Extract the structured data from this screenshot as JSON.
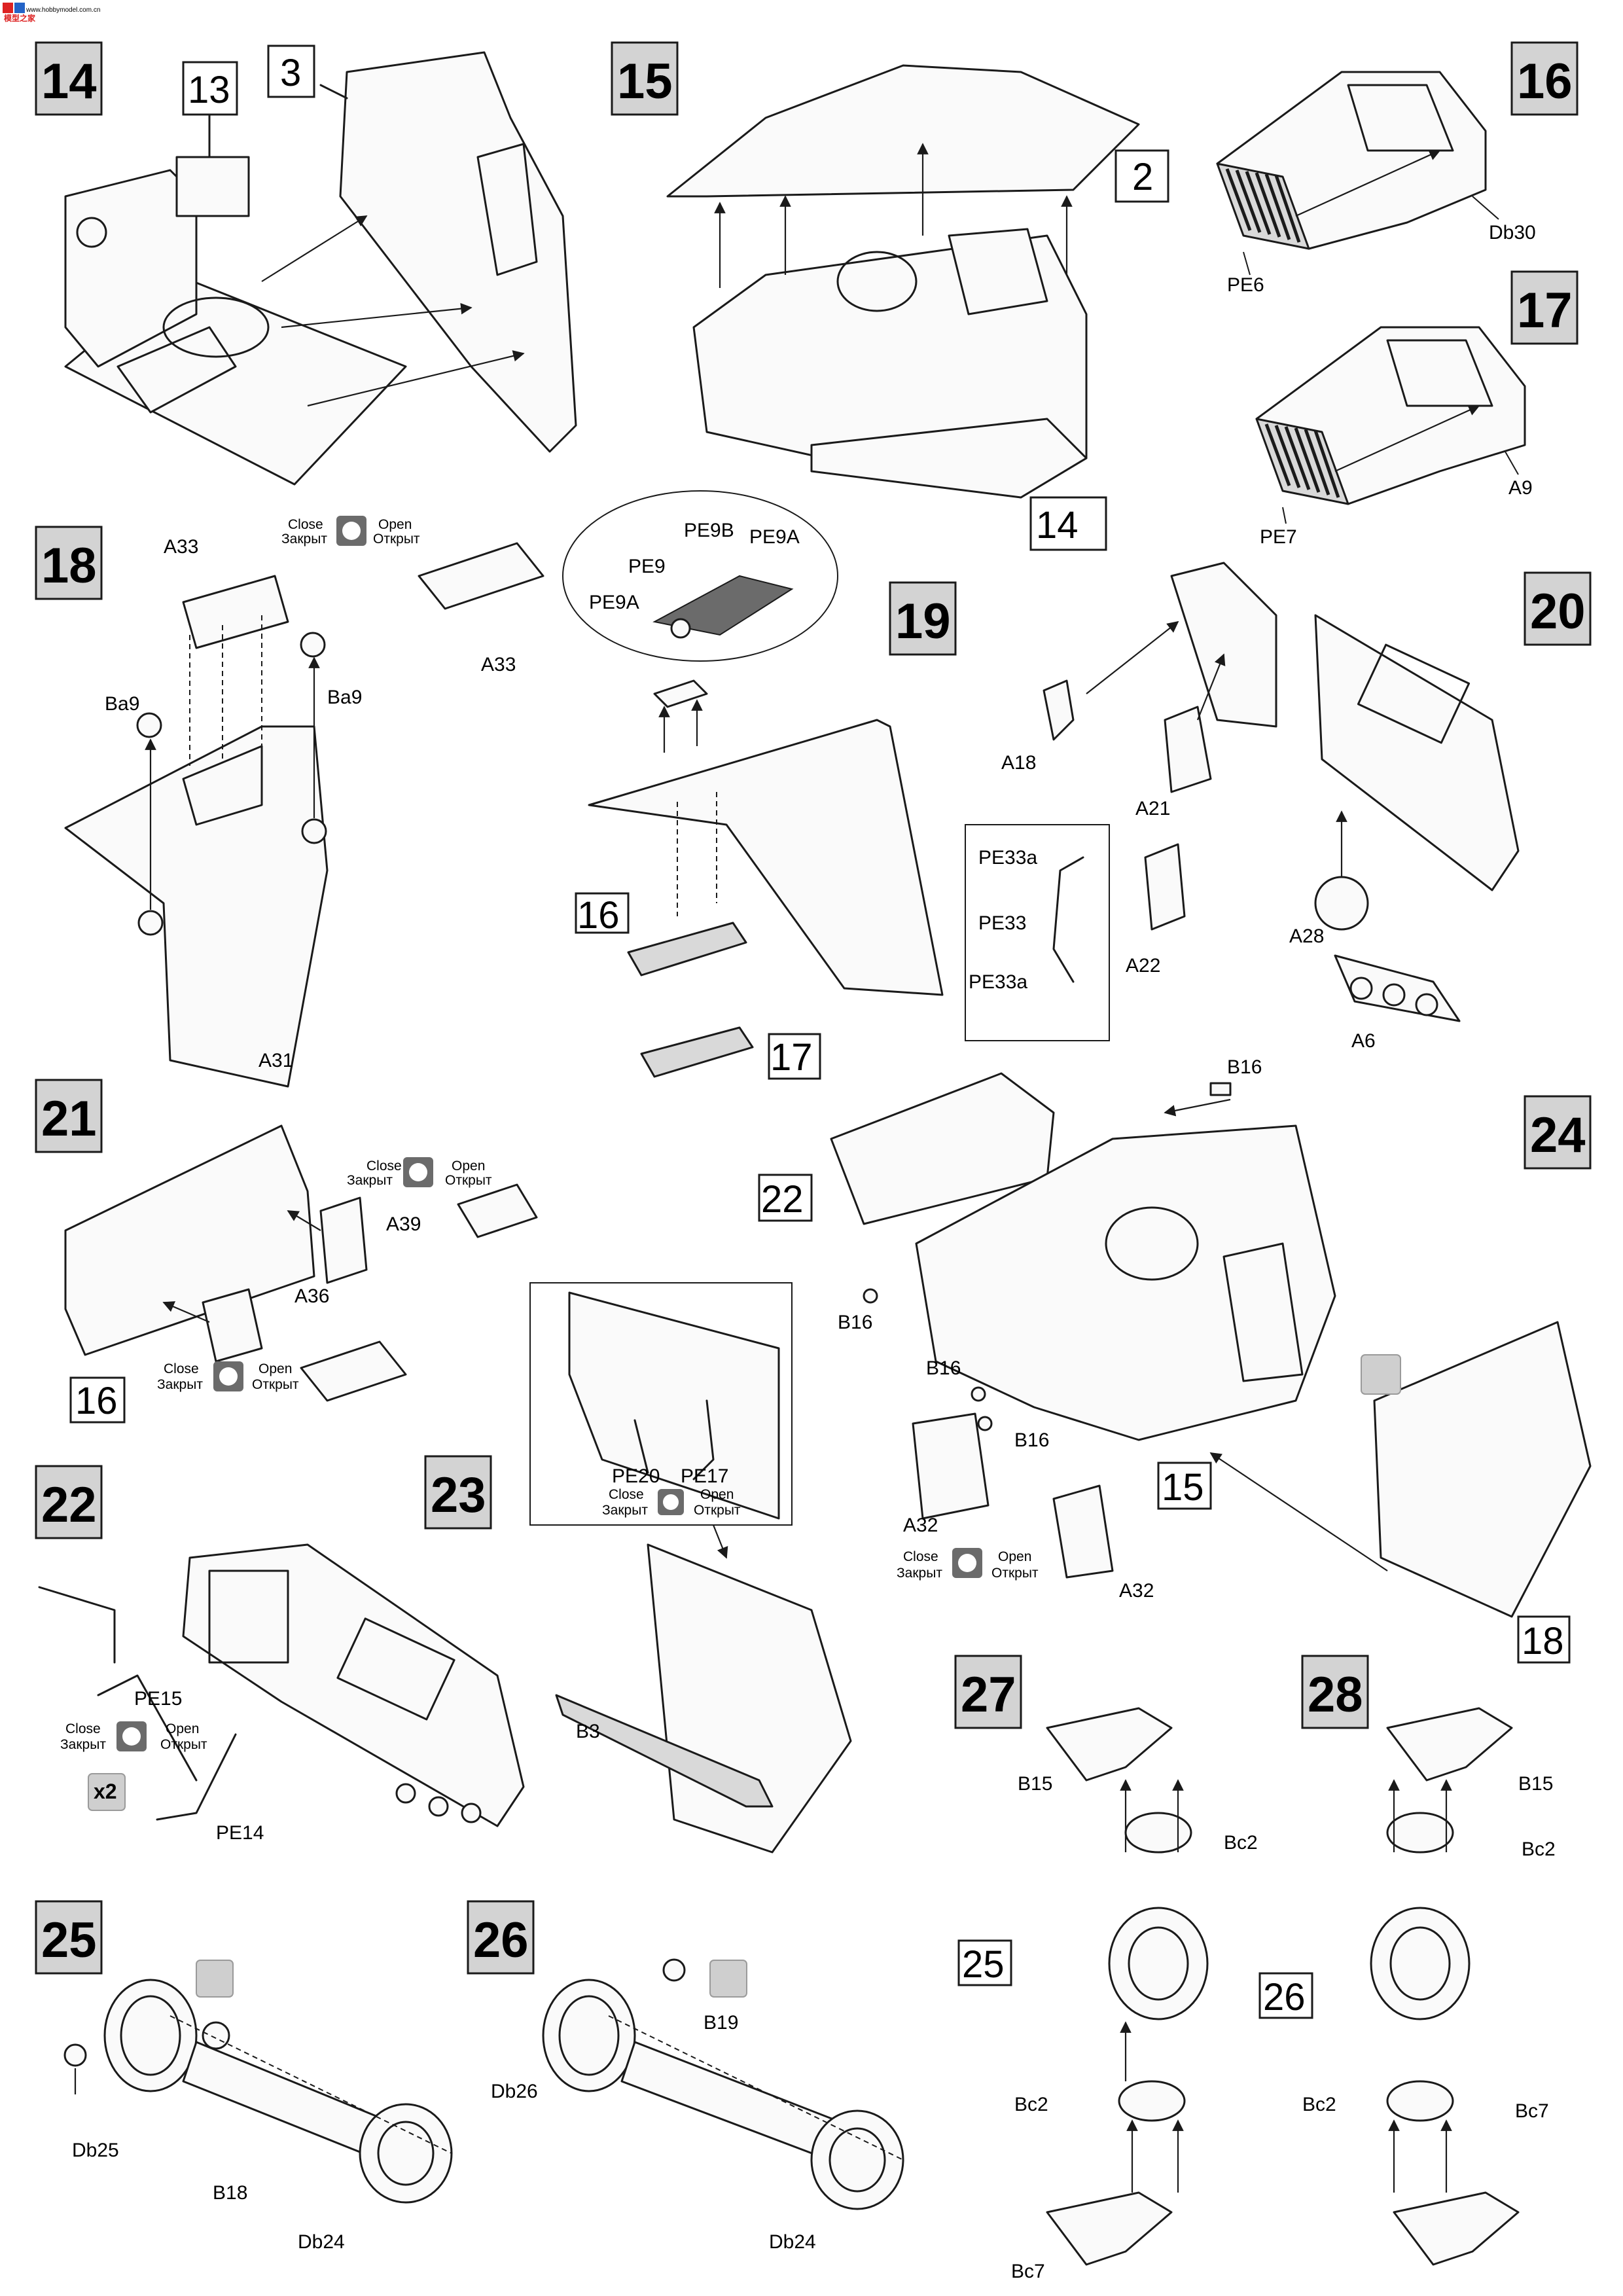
{
  "watermark": {
    "line1": "模型之家",
    "line2": "www.hobbymodel.com.cn"
  },
  "legend": {
    "close_en": "Close",
    "close_ru": "Закрыт",
    "open_en": "Open",
    "open_ru": "Открыт"
  },
  "steps": {
    "s14": {
      "number": "14",
      "refs": [
        "13",
        "3"
      ]
    },
    "s15": {
      "number": "15",
      "refs": [
        "2",
        "14"
      ]
    },
    "s16": {
      "number": "16",
      "parts": [
        "Db30",
        "PE6"
      ]
    },
    "s17": {
      "number": "17",
      "parts": [
        "A9",
        "PE7"
      ]
    },
    "s18": {
      "number": "18",
      "parts": [
        "A33",
        "Ba9",
        "Ba9",
        "A33",
        "A31"
      ]
    },
    "s19": {
      "number": "19",
      "inset_parts": [
        "PE9B",
        "PE9A",
        "PE9",
        "PE9A"
      ],
      "refs": [
        "16",
        "17"
      ]
    },
    "s20": {
      "number": "20",
      "parts": [
        "A18",
        "A21",
        "PE33a",
        "PE33",
        "PE33a",
        "A22",
        "A28",
        "A6"
      ]
    },
    "s21": {
      "number": "21",
      "parts": [
        "A39",
        "A36"
      ],
      "refs": [
        "16"
      ]
    },
    "s22": {
      "number": "22",
      "parts": [
        "PE15",
        "PE14"
      ],
      "qty": "x2"
    },
    "s23": {
      "number": "23",
      "parts": [
        "PE20",
        "PE17",
        "B3"
      ]
    },
    "s24": {
      "number": "24",
      "parts": [
        "B16",
        "B16",
        "B16",
        "B16",
        "A32",
        "A32"
      ],
      "refs": [
        "22",
        "15",
        "18"
      ]
    },
    "s25": {
      "number": "25",
      "parts": [
        "Db25",
        "B18",
        "Db24"
      ]
    },
    "s26": {
      "number": "26",
      "parts": [
        "B19",
        "Db26",
        "Db24"
      ]
    },
    "s27": {
      "number": "27",
      "parts": [
        "B15",
        "Bc2",
        "Bc2",
        "Bc7"
      ],
      "refs": [
        "25"
      ]
    },
    "s28": {
      "number": "28",
      "parts": [
        "B15",
        "Bc2",
        "Bc2",
        "Bc7"
      ],
      "refs": [
        "26"
      ]
    }
  }
}
